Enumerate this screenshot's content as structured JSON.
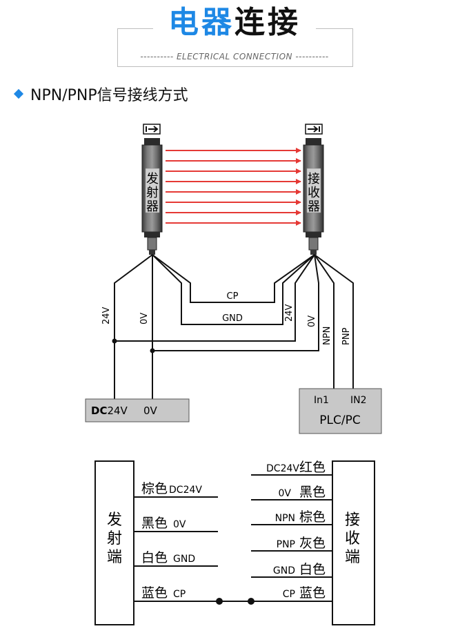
{
  "header": {
    "title_blue": "电器",
    "title_black": "连接",
    "subtitle": "---------- ELECTRICAL CONNECTION ----------"
  },
  "section": {
    "title": "NPN/PNP信号接线方式"
  },
  "diagram": {
    "emitter_label": [
      "发",
      "射",
      "器"
    ],
    "receiver_label": [
      "接",
      "收",
      "器"
    ],
    "wire_cp": "CP",
    "wire_gnd": "GND",
    "left_24v": "24V",
    "left_0v": "0V",
    "right_24v": "24V",
    "right_0v": "0V",
    "right_npn": "NPN",
    "right_pnp": "PNP",
    "power_dc": "DC",
    "power_24v": "24V",
    "power_0v": "0V",
    "plc_in1": "In1",
    "plc_in2": "IN2",
    "plc_label": "PLC/PC"
  },
  "table": {
    "emitter_side": [
      "发",
      "射",
      "端"
    ],
    "receiver_side": [
      "接",
      "收",
      "端"
    ],
    "emitter_wires": [
      {
        "color": "棕色",
        "signal": "DC24V"
      },
      {
        "color": "黑色",
        "signal": "0V"
      },
      {
        "color": "白色",
        "signal": "GND"
      },
      {
        "color": "蓝色",
        "signal": "CP"
      }
    ],
    "receiver_wires": [
      {
        "signal": "DC24V",
        "color": "红色"
      },
      {
        "signal": "0V",
        "color": "黑色"
      },
      {
        "signal": "NPN",
        "color": "棕色"
      },
      {
        "signal": "PNP",
        "color": "灰色"
      },
      {
        "signal": "GND",
        "color": "白色"
      },
      {
        "signal": "CP",
        "color": "蓝色"
      }
    ]
  },
  "colors": {
    "accent": "#1e88e5",
    "beam": "#e53935",
    "box_fill": "#c8c8c8"
  }
}
